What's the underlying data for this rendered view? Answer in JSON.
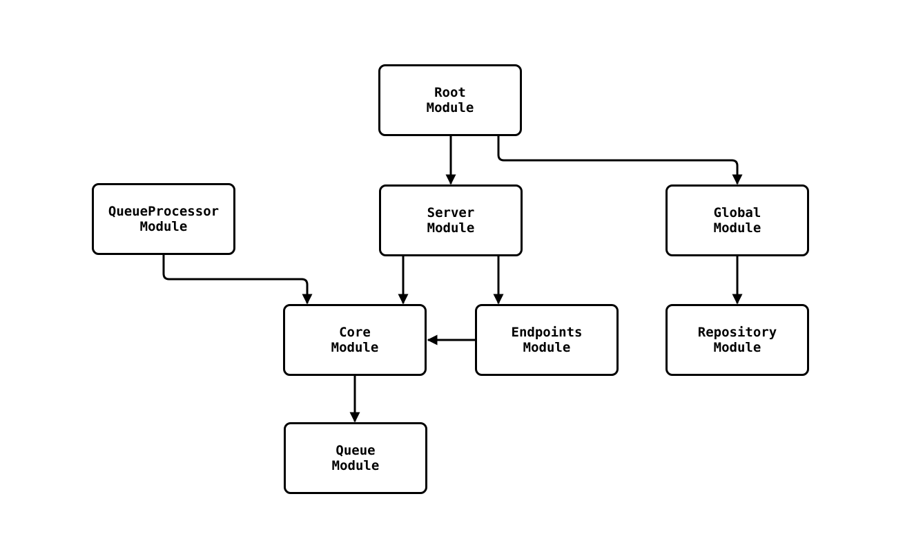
{
  "diagram": {
    "type": "flowchart",
    "direction": "top-down",
    "background": "#ffffff",
    "node_style": {
      "fill": "#ffffff",
      "stroke": "#000000",
      "text_color": "#000000"
    },
    "nodes": {
      "root": {
        "label": "Root\nModule"
      },
      "queue_processor": {
        "label": "QueueProcessor\nModule"
      },
      "server": {
        "label": "Server\nModule"
      },
      "global": {
        "label": "Global\nModule"
      },
      "core": {
        "label": "Core\nModule"
      },
      "endpoints": {
        "label": "Endpoints\nModule"
      },
      "repository": {
        "label": "Repository\nModule"
      },
      "queue": {
        "label": "Queue\nModule"
      }
    },
    "edges": [
      {
        "from": "root",
        "to": "server",
        "arrow": "to"
      },
      {
        "from": "root",
        "to": "global",
        "arrow": "to"
      },
      {
        "from": "queue_processor",
        "to": "core",
        "arrow": "to"
      },
      {
        "from": "server",
        "to": "core",
        "arrow": "to"
      },
      {
        "from": "server",
        "to": "endpoints",
        "arrow": "to"
      },
      {
        "from": "endpoints",
        "to": "core",
        "arrow": "to"
      },
      {
        "from": "global",
        "to": "repository",
        "arrow": "to"
      },
      {
        "from": "core",
        "to": "queue",
        "arrow": "to"
      }
    ]
  }
}
